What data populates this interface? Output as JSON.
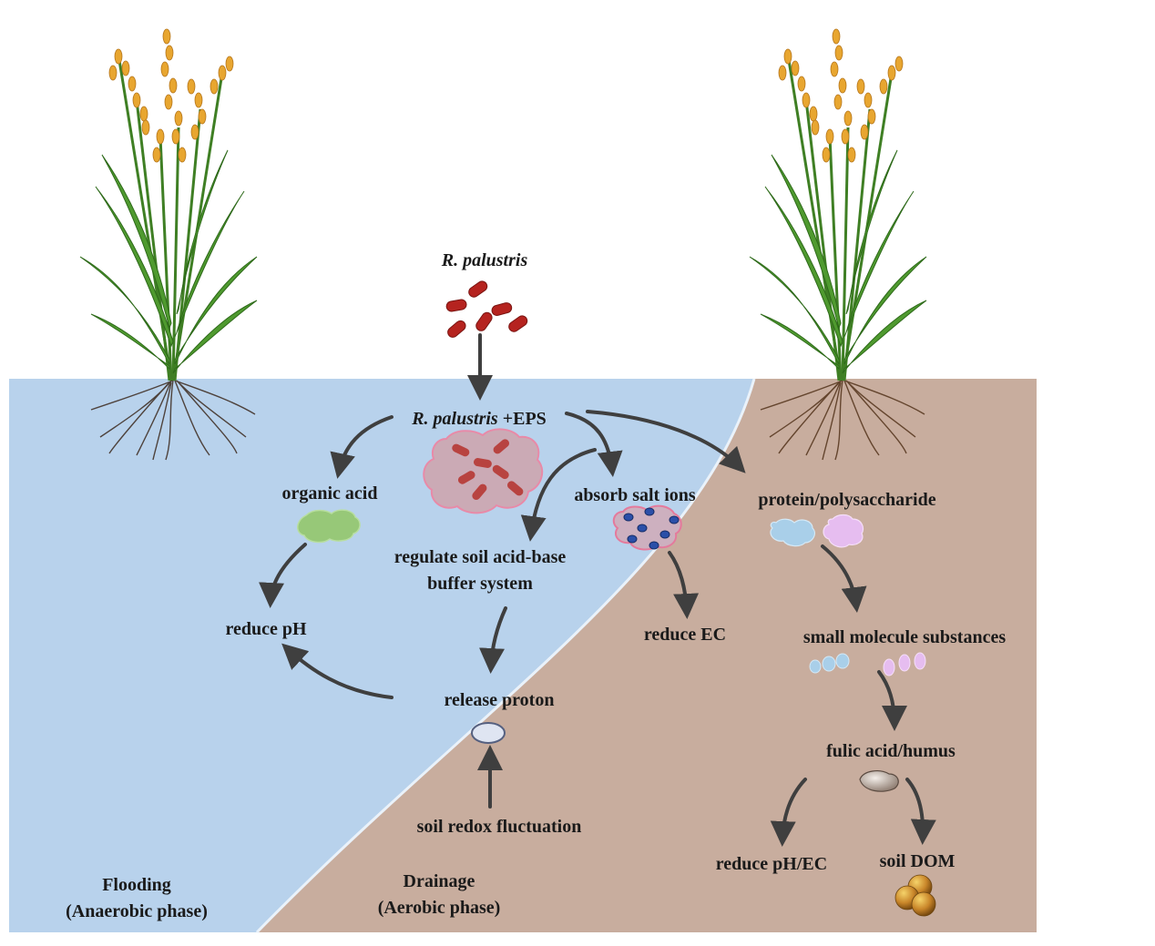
{
  "organism": {
    "name": "R. palustris",
    "combo_name": "R. palustris",
    "combo_suffix": " +EPS"
  },
  "labels": {
    "organic_acid": "organic acid",
    "reduce_ph": "reduce pH",
    "regulate_line1": "regulate soil acid-base",
    "regulate_line2": "buffer system",
    "absorb_salt": "absorb salt ions",
    "reduce_ec": "reduce EC",
    "release_proton": "release proton",
    "soil_redox": "soil redox fluctuation",
    "protein": "protein/polysaccharide",
    "small_molecule": "small molecule substances",
    "fulic_acid": "fulic acid/humus",
    "reduce_ph_ec": "reduce pH/EC",
    "soil_dom": "soil DOM"
  },
  "phases": {
    "flooding_line1": "Flooding",
    "flooding_line2": "(Anaerobic phase)",
    "drainage_line1": "Drainage",
    "drainage_line2": "(Aerobic phase)"
  },
  "colors": {
    "flooding_water": "#b8d2ec",
    "drained_soil": "#c8ad9e",
    "bacteria": "#b5231f",
    "arrow": "#3f3f3f",
    "organic_acid_blob": "#97c878",
    "protein_blob": "#a9cfe9",
    "polysaccharide_blob": "#e6bdf0",
    "eps_cloud": "#cbaab5",
    "salt_ion": "#2b4fa8",
    "rice_grain": "#e8a630",
    "rice_leaf": "#4f9a2f"
  },
  "icons": [
    "rice-plant-icon",
    "bacteria-icon",
    "eps-cloud-icon",
    "salt-ion-cloud-icon",
    "proton-icon",
    "humus-icon",
    "dom-sphere-icon"
  ]
}
